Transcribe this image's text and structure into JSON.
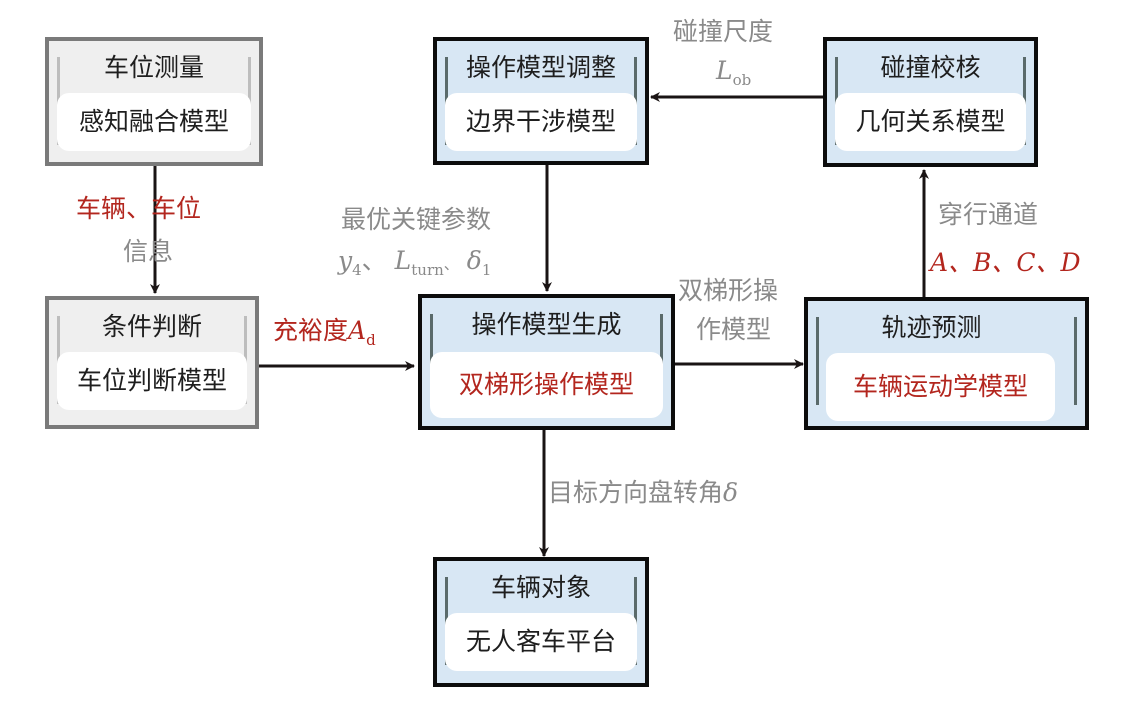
{
  "nodes": {
    "measure": {
      "title": "车位测量",
      "model": "感知融合模型"
    },
    "condition": {
      "title": "条件判断",
      "model": "车位判断模型"
    },
    "adjust": {
      "title": "操作模型调整",
      "model": "边界干涉模型"
    },
    "generate": {
      "title": "操作模型生成",
      "model": "双梯形操作模型"
    },
    "collision": {
      "title": "碰撞校核",
      "model": "几何关系模型"
    },
    "predict": {
      "title": "轨迹预测",
      "model": "车辆运动学模型"
    },
    "vehicle": {
      "title": "车辆对象",
      "model": "无人客车平台"
    }
  },
  "edges": {
    "measure_to_condition": {
      "label_red": "车辆、车位",
      "label_gray": "信息"
    },
    "condition_to_generate": {
      "label": "充裕度",
      "var": "A",
      "sub": "d"
    },
    "adjust_to_generate": {
      "label": "最优关键参数",
      "v1": "y",
      "v1_sub": "4",
      "sep1": "、",
      "v2": "L",
      "v2_sub": "turn",
      "sep2": "、",
      "v3": "δ",
      "v3_sub": "1"
    },
    "generate_to_predict": {
      "line1": "双梯形操",
      "line2": "作模型"
    },
    "predict_to_collision": {
      "label": "穿行通道",
      "vars": "A、B、C、D"
    },
    "collision_to_adjust": {
      "label": "碰撞尺度",
      "var": "L",
      "sub": "ob"
    },
    "generate_to_vehicle": {
      "label": "目标方向盘转角",
      "var": "δ"
    }
  },
  "colors": {
    "accent_red": "#b3261e",
    "label_gray": "#8a8a8a",
    "box_blue": "#d8e7f4",
    "box_gray": "#efefef"
  }
}
